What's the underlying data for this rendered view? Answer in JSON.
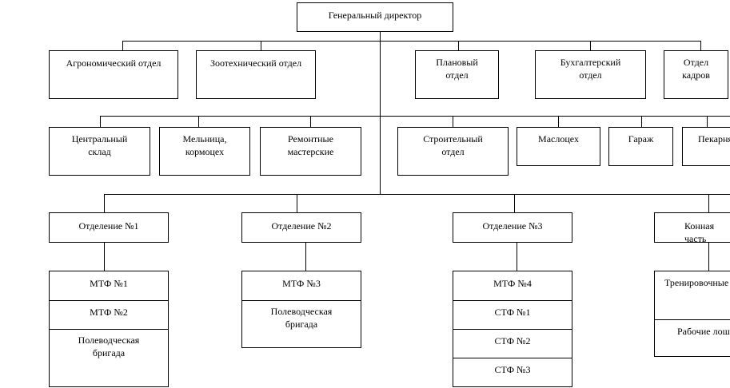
{
  "director": "Генеральный директор",
  "row1": {
    "agronomy": "Агрономический отдел",
    "zootechnics": "Зоотехнический отдел",
    "planning": "Плановый\nотдел",
    "accounting": "Бухгалтерский\nотдел",
    "hr": "Отдел\nкадров"
  },
  "row2": {
    "central_warehouse": "Центральный\nсклад",
    "mill": "Мельница,\nкормоцех",
    "repair_shops": "Ремонтные\nмастерские",
    "construction": "Строительный\nотдел",
    "creamery": "Маслоцех",
    "garage": "Гараж",
    "bakery": "Пекарня"
  },
  "divisions": {
    "d1": {
      "title": "Отделение №1",
      "units": [
        "МТФ №1",
        "МТФ №2",
        "Полеводческая\nбригада"
      ]
    },
    "d2": {
      "title": "Отделение №2",
      "units": [
        "МТФ №3",
        "Полеводческая\nбригада"
      ]
    },
    "d3": {
      "title": "Отделение №3",
      "units": [
        "МТФ №4",
        "СТФ №1",
        "СТФ №2",
        "СТФ №3"
      ]
    },
    "horse": {
      "title": "Конная часть",
      "units": [
        "Тренировочные",
        "Рабочие лошади"
      ]
    }
  }
}
